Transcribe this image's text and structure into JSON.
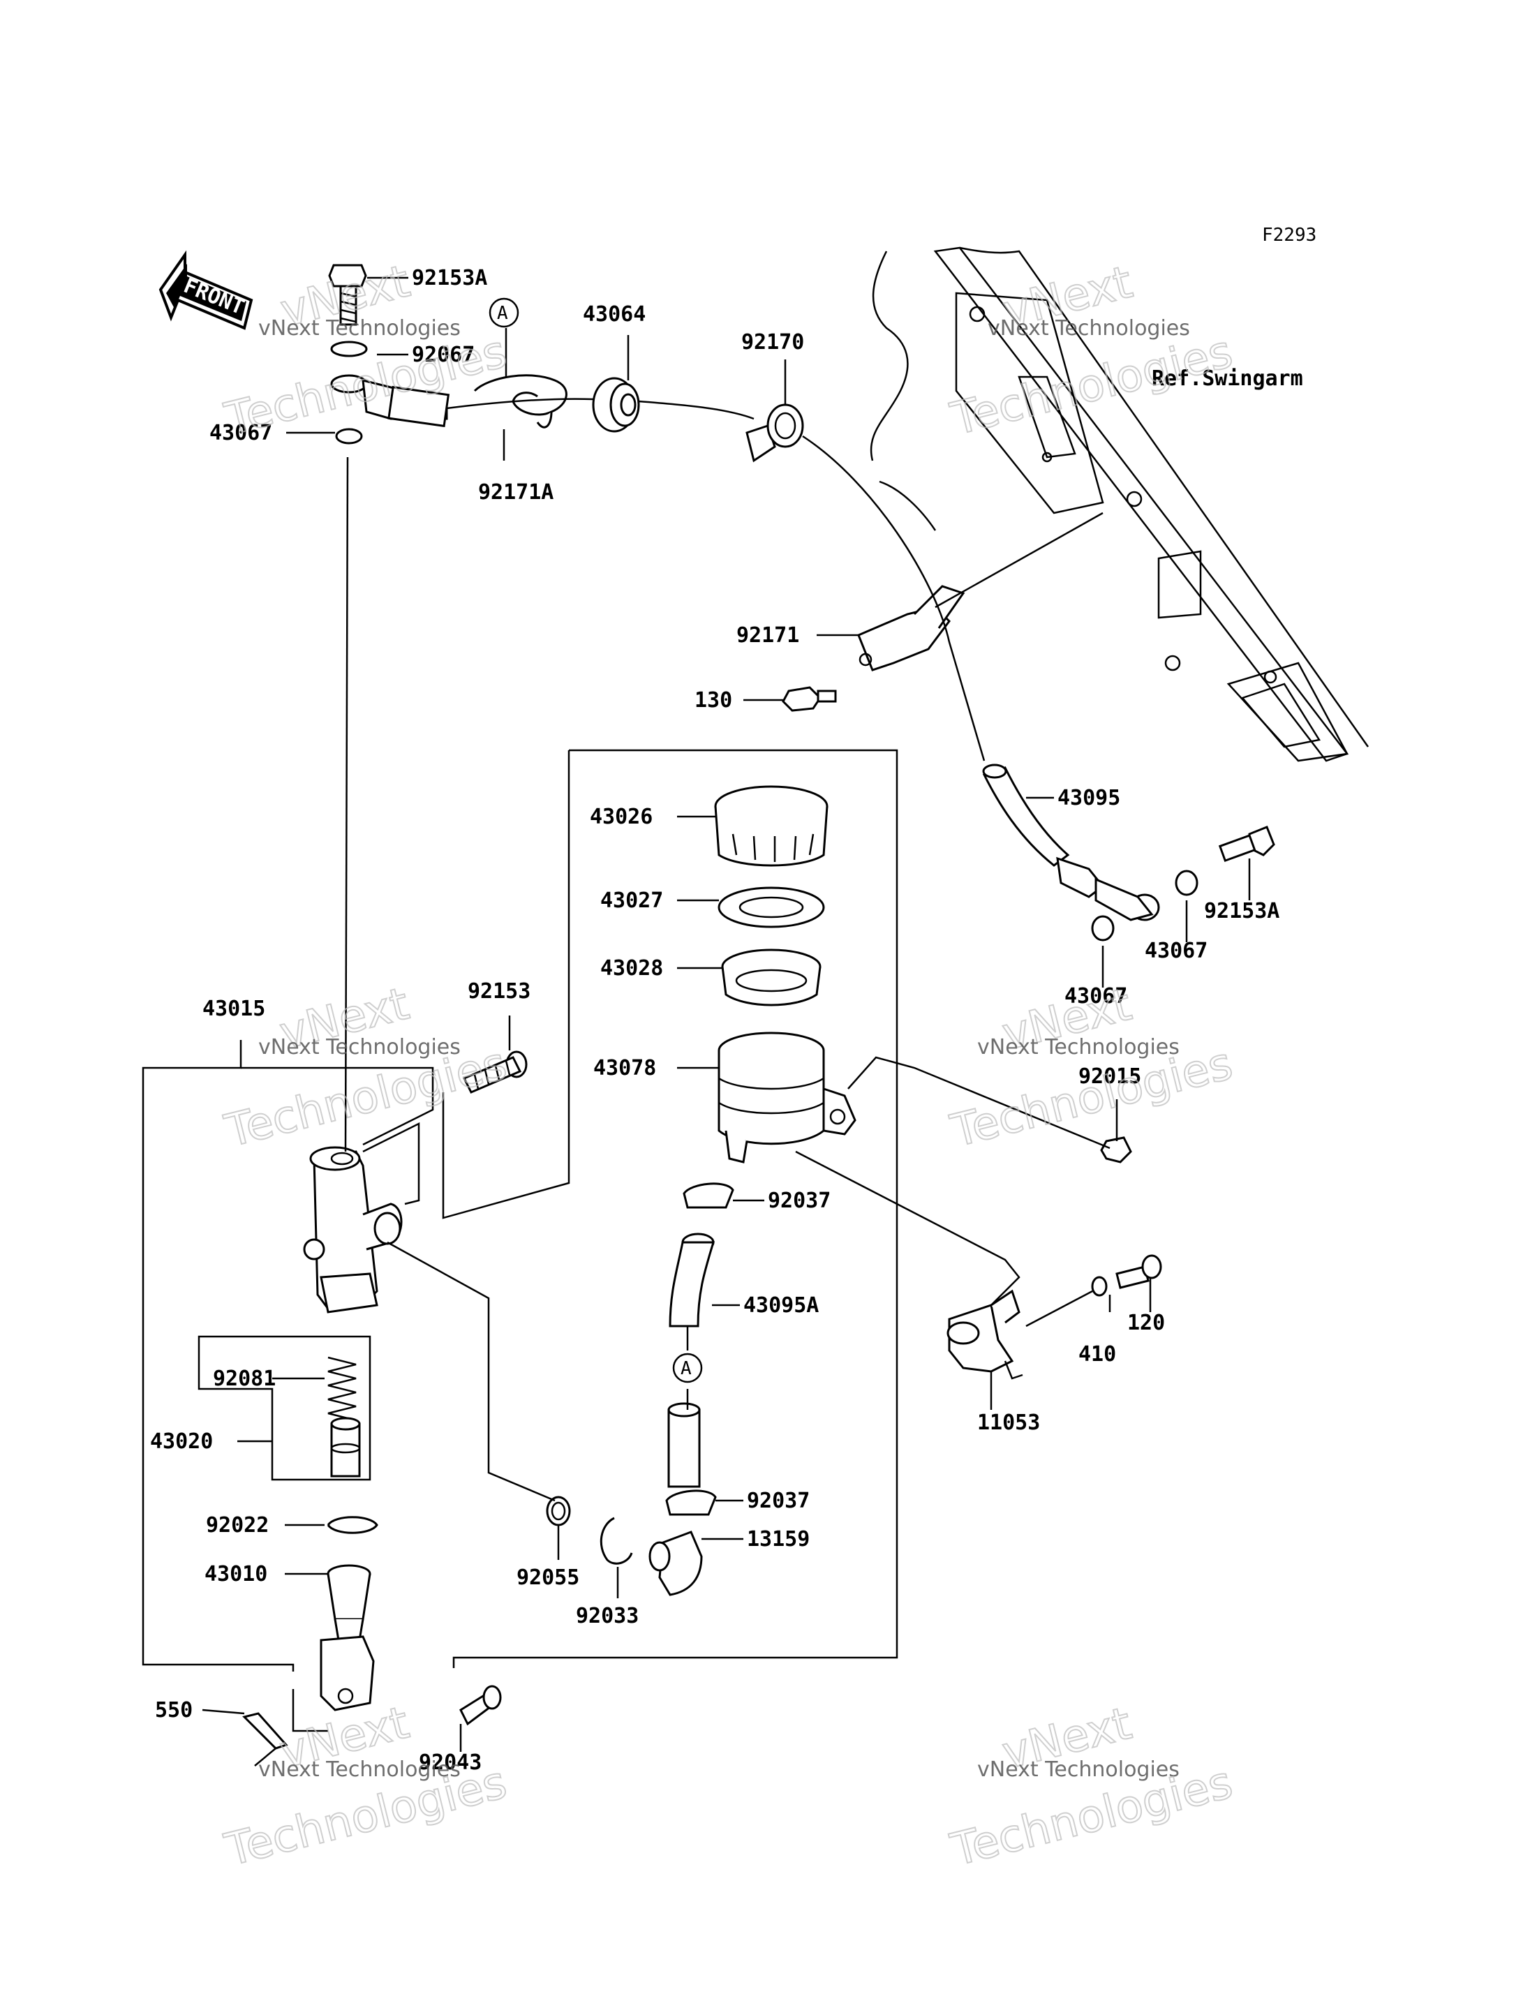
{
  "figure_code": "F2293",
  "front_label": "FRONT",
  "ref_label": "Ref.Swingarm",
  "connector_label": "A",
  "part_numbers": {
    "p92153A_top": "92153A",
    "p92067": "92067",
    "p43067_top": "43067",
    "p92171A": "92171A",
    "p43064": "43064",
    "p92170": "92170",
    "p92171": "92171",
    "p130": "130",
    "p43095": "43095",
    "p92153A_right": "92153A",
    "p43067_right1": "43067",
    "p43067_right2": "43067",
    "p43026": "43026",
    "p43027": "43027",
    "p43028": "43028",
    "p43078": "43078",
    "p92015": "92015",
    "p92037_top": "92037",
    "p43095A": "43095A",
    "p92037_bottom": "92037",
    "p13159": "13159",
    "p92033": "92033",
    "p92055": "92055",
    "p43015": "43015",
    "p92153": "92153",
    "p92081": "92081",
    "p43020": "43020",
    "p92022": "92022",
    "p43010": "43010",
    "p550": "550",
    "p92043": "92043",
    "p120": "120",
    "p410": "410",
    "p11053": "11053"
  },
  "watermark": {
    "line1": "vNext Technologies",
    "line2": "Technologies",
    "line3": "vNext"
  }
}
